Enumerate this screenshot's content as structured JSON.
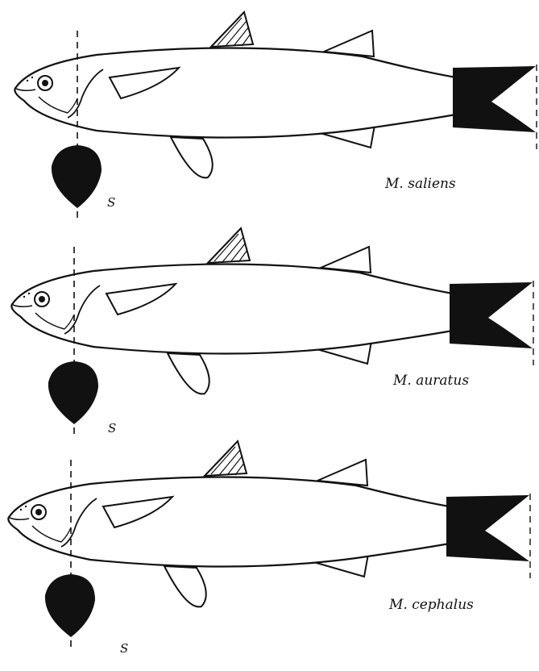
{
  "colors": {
    "ink": "#111111",
    "paper": "#ffffff"
  },
  "fish": [
    {
      "species_name": "M. saliens",
      "section_label": "S"
    },
    {
      "species_name": "M. auratus",
      "section_label": "S"
    },
    {
      "species_name": "M. cephalus",
      "section_label": "S"
    }
  ]
}
